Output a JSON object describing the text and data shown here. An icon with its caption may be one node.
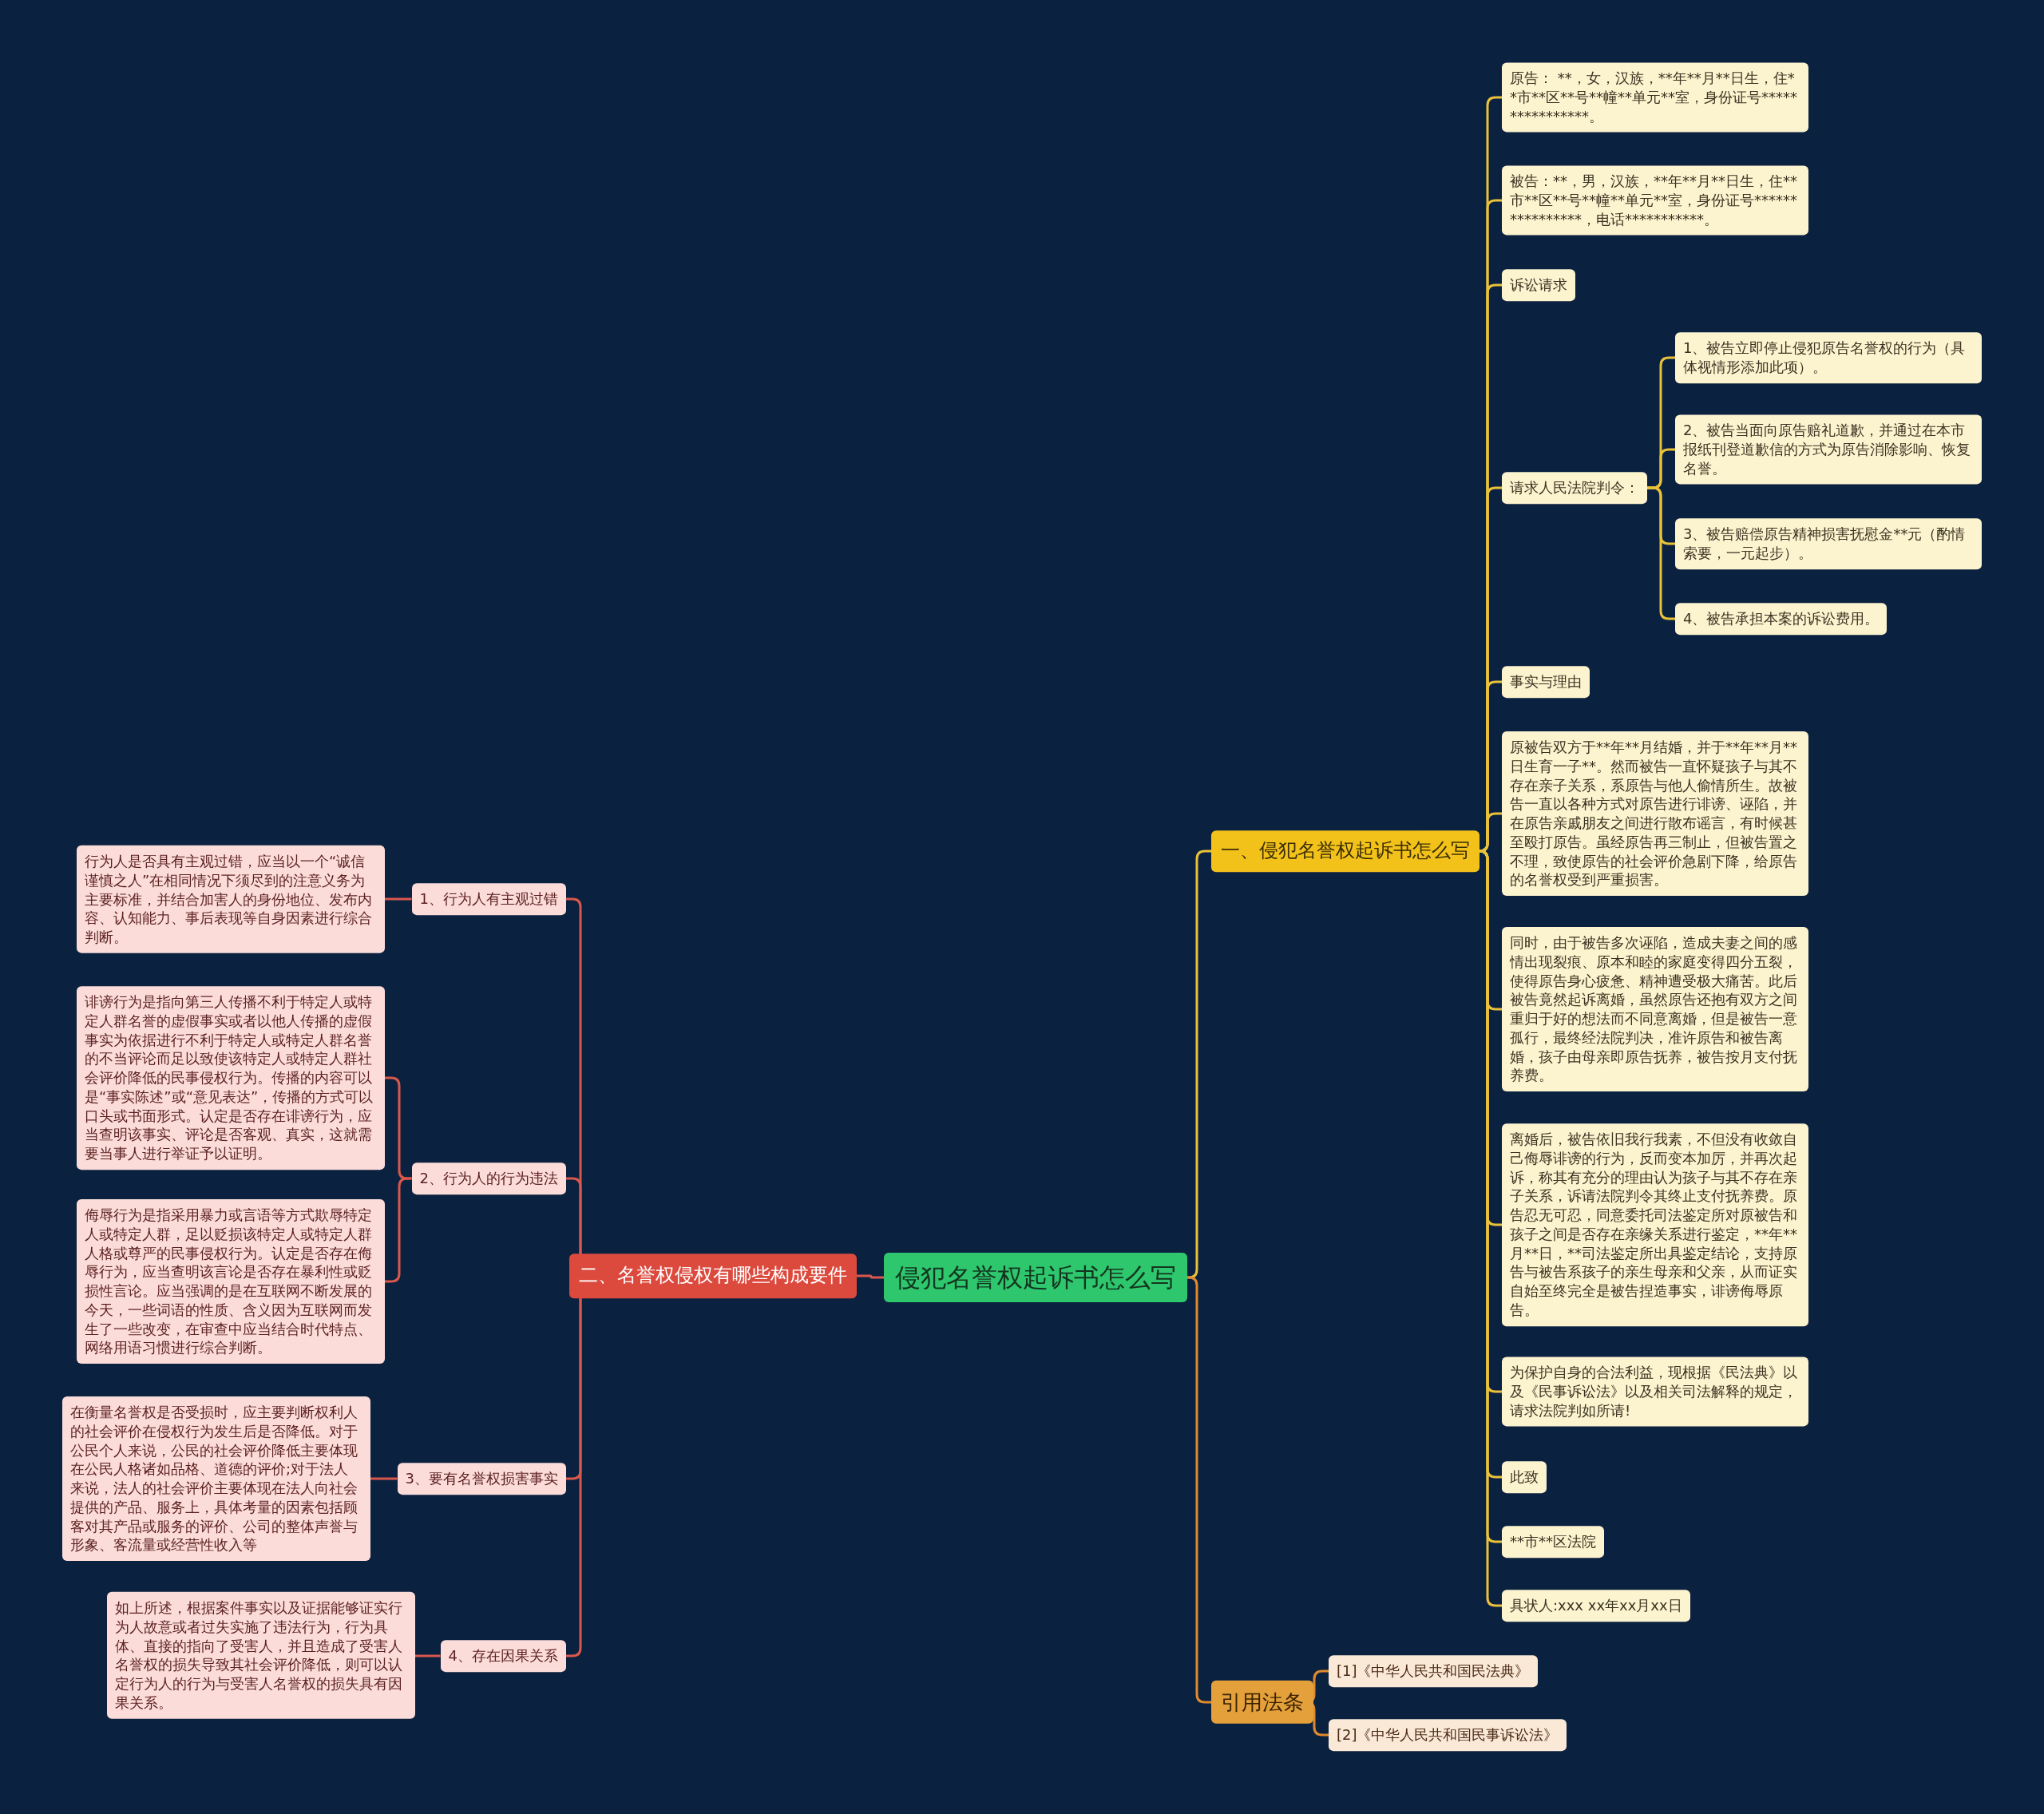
{
  "diagram": {
    "nodes": [
      {
        "text": [
          "侵犯名誉权起诉书怎么写"
        ]
      },
      {
        "text": [
          "一、侵犯名誉权起诉书怎么写"
        ]
      },
      {
        "text": [
          "原告： **，女，汉族，**年**月**日生，住**市**区**号**幢**单元**室，身份证号****************。"
        ]
      },
      {
        "text": [
          "被告：**，男，汉族，**年**月**日生，住**市**区**号**幢**单元**室，身份证号****************，电话***********。"
        ]
      },
      {
        "text": [
          "诉讼请求"
        ]
      },
      {
        "text": [
          "请求人民法院判令："
        ]
      },
      {
        "text": [
          "1、被告立即停止侵犯原告名誉权的行为（具体视情形添加此项）。"
        ]
      },
      {
        "text": [
          "2、被告当面向原告赔礼道歉，并通过在本市报纸刊登道歉信的方式为原告消除影响、恢复名誉。"
        ]
      },
      {
        "text": [
          "3、被告赔偿原告精神损害抚慰金**元（酌情索要，一元起步）。"
        ]
      },
      {
        "text": [
          "4、被告承担本案的诉讼费用。"
        ]
      },
      {
        "text": [
          "事实与理由"
        ]
      },
      {
        "text": [
          "原被告双方于**年**月结婚，并于**年**月**日生育一子**。然而被告一直怀疑孩子与其不存在亲子关系，系原告与他人偷情所生。故被告一直以各种方式对原告进行诽谤、诬陷，并在原告亲戚朋友之间进行散布谣言，有时候甚至殴打原告。虽经原告再三制止，但被告置之不理，致使原告的社会评价急剧下降，给原告的名誉权受到严重损害。"
        ]
      },
      {
        "text": [
          "同时，由于被告多次诬陷，造成夫妻之间的感情出现裂痕、原本和睦的家庭变得四分五裂，使得原告身心疲惫、精神遭受极大痛苦。此后被告竟然起诉离婚，虽然原告还抱有双方之间重归于好的想法而不同意离婚，但是被告一意孤行，最终经法院判决，准许原告和被告离婚，孩子由母亲即原告抚养，被告按月支付抚养费。"
        ]
      },
      {
        "text": [
          "离婚后，被告依旧我行我素，不但没有收敛自己侮辱诽谤的行为，反而变本加厉，并再次起诉，称其有充分的理由认为孩子与其不存在亲子关系，诉请法院判令其终止支付抚养费。原告忍无可忍，同意委托司法鉴定所对原被告和孩子之间是否存在亲缘关系进行鉴定，**年**月**日，**司法鉴定所出具鉴定结论，支持原告与被告系孩子的亲生母亲和父亲，从而证实自始至终完全是被告捏造事实，诽谤侮辱原告。"
        ]
      },
      {
        "text": [
          "为保护自身的合法利益，现根据《民法典》以及《民事诉讼法》以及相关司法解释的规定，请求法院判如所请!"
        ]
      },
      {
        "text": [
          "此致"
        ]
      },
      {
        "text": [
          "**市**区法院"
        ]
      },
      {
        "text": [
          "具状人:xxx xx年xx月xx日"
        ]
      },
      {
        "text": [
          "引用法条"
        ]
      },
      {
        "text": [
          "[1]《中华人民共和国民法典》"
        ]
      },
      {
        "text": [
          "[2]《中华人民共和国民事诉讼法》"
        ]
      },
      {
        "text": [
          "二、名誉权侵权有哪些构成要件"
        ]
      },
      {
        "text": [
          "1、行为人有主观过错"
        ]
      },
      {
        "text": [
          "行为人是否具有主观过错，应当以一个“诚信谨慎之人”在相同情况下须尽到的注意义务为主要标准，并结合加害人的身份地位、发布内容、认知能力、事后表现等自身因素进行综合判断。"
        ]
      },
      {
        "text": [
          "2、行为人的行为违法"
        ]
      },
      {
        "text": [
          "诽谤行为是指向第三人传播不利于特定人或特定人群名誉的虚假事实或者以他人传播的虚假事实为依据进行不利于特定人或特定人群名誉的不当评论而足以致使该特定人或特定人群社会评价降低的民事侵权行为。传播的内容可以是“事实陈述”或“意见表达”，传播的方式可以口头或书面形式。认定是否存在诽谤行为，应当查明该事实、评论是否客观、真实，这就需要当事人进行举证予以证明。"
        ]
      },
      {
        "text": [
          "侮辱行为是指采用暴力或言语等方式欺辱特定人或特定人群，足以贬损该特定人或特定人群人格或尊严的民事侵权行为。认定是否存在侮辱行为，应当查明该言论是否存在暴利性或贬损性言论。应当强调的是在互联网不断发展的今天，一些词语的性质、含义因为互联网而发生了一些改变，在审查中应当结合时代特点、网络用语习惯进行综合判断。"
        ]
      },
      {
        "text": [
          "3、要有名誉权损害事实"
        ]
      },
      {
        "text": [
          "在衡量名誉权是否受损时，应主要判断权利人的社会评价在侵权行为发生后是否降低。对于公民个人来说，公民的社会评价降低主要体现在公民人格诸如品格、道德的评价;对于法人来说，法人的社会评价主要体现在法人向社会提供的产品、服务上，具体考量的因素包括顾客对其产品或服务的评价、公司的整体声誉与形象、客流量或经营性收入等"
        ]
      },
      {
        "text": [
          "4、存在因果关系"
        ]
      },
      {
        "text": [
          "如上所述，根据案件事实以及证据能够证实行为人故意或者过失实施了违法行为，行为具体、直接的指向了受害人，并且造成了受害人名誉权的损失导致其社会评价降低，则可以认定行为人的行为与受害人名誉权的损失具有因果关系。"
        ]
      }
    ],
    "edges": [
      {
        "from": 0,
        "to": 1,
        "arrow": "none"
      },
      {
        "from": 1,
        "to": 2,
        "arrow": "none"
      },
      {
        "from": 1,
        "to": 3,
        "arrow": "none"
      },
      {
        "from": 1,
        "to": 4,
        "arrow": "none"
      },
      {
        "from": 1,
        "to": 5,
        "arrow": "none"
      },
      {
        "from": 5,
        "to": 6,
        "arrow": "none"
      },
      {
        "from": 5,
        "to": 7,
        "arrow": "none"
      },
      {
        "from": 5,
        "to": 8,
        "arrow": "none"
      },
      {
        "from": 5,
        "to": 9,
        "arrow": "none"
      },
      {
        "from": 1,
        "to": 10,
        "arrow": "none"
      },
      {
        "from": 1,
        "to": 11,
        "arrow": "none"
      },
      {
        "from": 1,
        "to": 12,
        "arrow": "none"
      },
      {
        "from": 1,
        "to": 13,
        "arrow": "none"
      },
      {
        "from": 1,
        "to": 14,
        "arrow": "none"
      },
      {
        "from": 1,
        "to": 15,
        "arrow": "none"
      },
      {
        "from": 1,
        "to": 16,
        "arrow": "none"
      },
      {
        "from": 1,
        "to": 17,
        "arrow": "none"
      },
      {
        "from": 0,
        "to": 18,
        "arrow": "none",
        "color": "#e08a2c"
      },
      {
        "from": 18,
        "to": 19,
        "arrow": "none",
        "color": "#e08a2c"
      },
      {
        "from": 18,
        "to": 20,
        "arrow": "none",
        "color": "#e08a2c"
      },
      {
        "from": 0,
        "to": 21,
        "arrow": "none",
        "color": "#d9584c"
      },
      {
        "from": 21,
        "to": 22,
        "arrow": "none",
        "color": "#d9584c"
      },
      {
        "from": 22,
        "to": 23,
        "arrow": "none",
        "color": "#d9584c"
      },
      {
        "from": 21,
        "to": 24,
        "arrow": "none",
        "color": "#d9584c"
      },
      {
        "from": 24,
        "to": 25,
        "arrow": "none",
        "color": "#d9584c"
      },
      {
        "from": 24,
        "to": 26,
        "arrow": "none",
        "color": "#d9584c"
      },
      {
        "from": 21,
        "to": 27,
        "arrow": "none",
        "color": "#d9584c"
      },
      {
        "from": 27,
        "to": 28,
        "arrow": "none",
        "color": "#d9584c"
      },
      {
        "from": 21,
        "to": 29,
        "arrow": "none",
        "color": "#d9584c"
      },
      {
        "from": 29,
        "to": 30,
        "arrow": "none",
        "color": "#d9584c"
      }
    ]
  }
}
